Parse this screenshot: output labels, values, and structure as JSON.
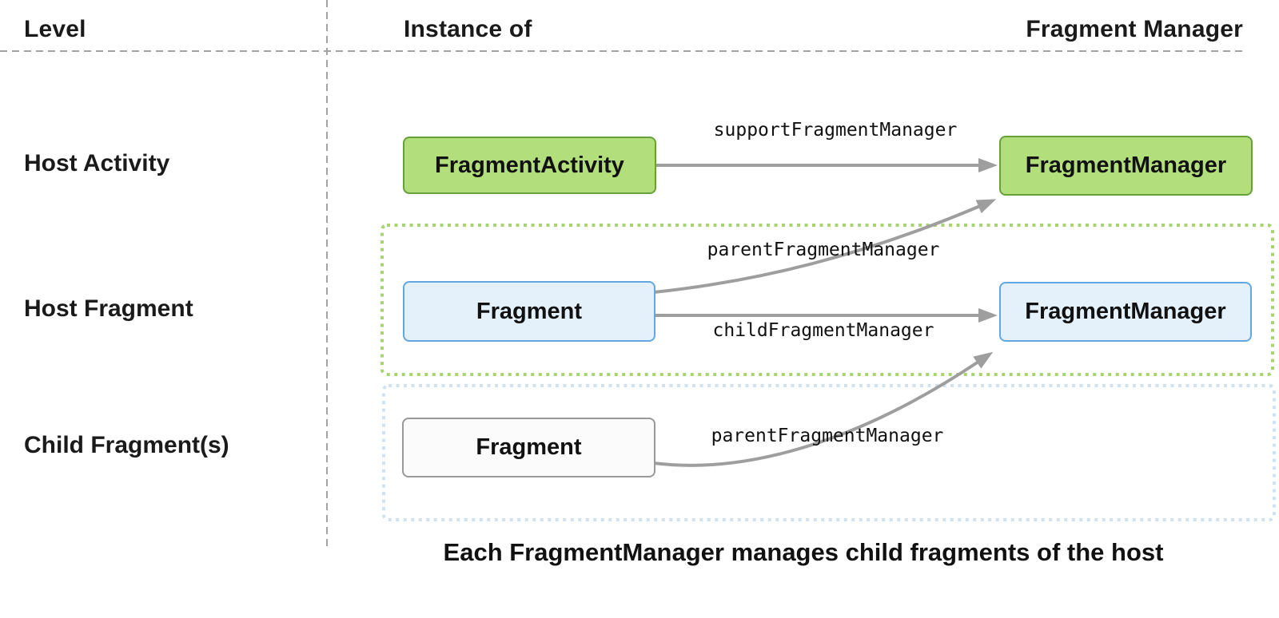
{
  "header": {
    "level": "Level",
    "instance_of": "Instance of",
    "fragment_manager": "Fragment Manager"
  },
  "row_labels": {
    "host_activity": "Host Activity",
    "host_fragment": "Host Fragment",
    "child_fragments": "Child Fragment(s)"
  },
  "nodes": {
    "fragment_activity": "FragmentActivity",
    "activity_fragment_manager": "FragmentManager",
    "host_fragment": "Fragment",
    "fragment_fragment_manager": "FragmentManager",
    "child_fragment": "Fragment"
  },
  "edge_labels": {
    "support_fragment_manager": "supportFragmentManager",
    "parent_fragment_manager_host": "parentFragmentManager",
    "child_fragment_manager": "childFragmentManager",
    "parent_fragment_manager_child": "parentFragmentManager"
  },
  "caption": "Each FragmentManager manages child fragments of the host",
  "colors": {
    "green-fill": "#b2de7c",
    "green-border": "#67a03a",
    "blue-fill": "#e4f1fb",
    "blue-border": "#64a7e0",
    "white-fill": "#fbfbfb",
    "gray-border": "#999999",
    "arrow": "#9e9e9e",
    "green-dotted": "#a6d56f",
    "blue-dotted": "#cfe2f3"
  }
}
